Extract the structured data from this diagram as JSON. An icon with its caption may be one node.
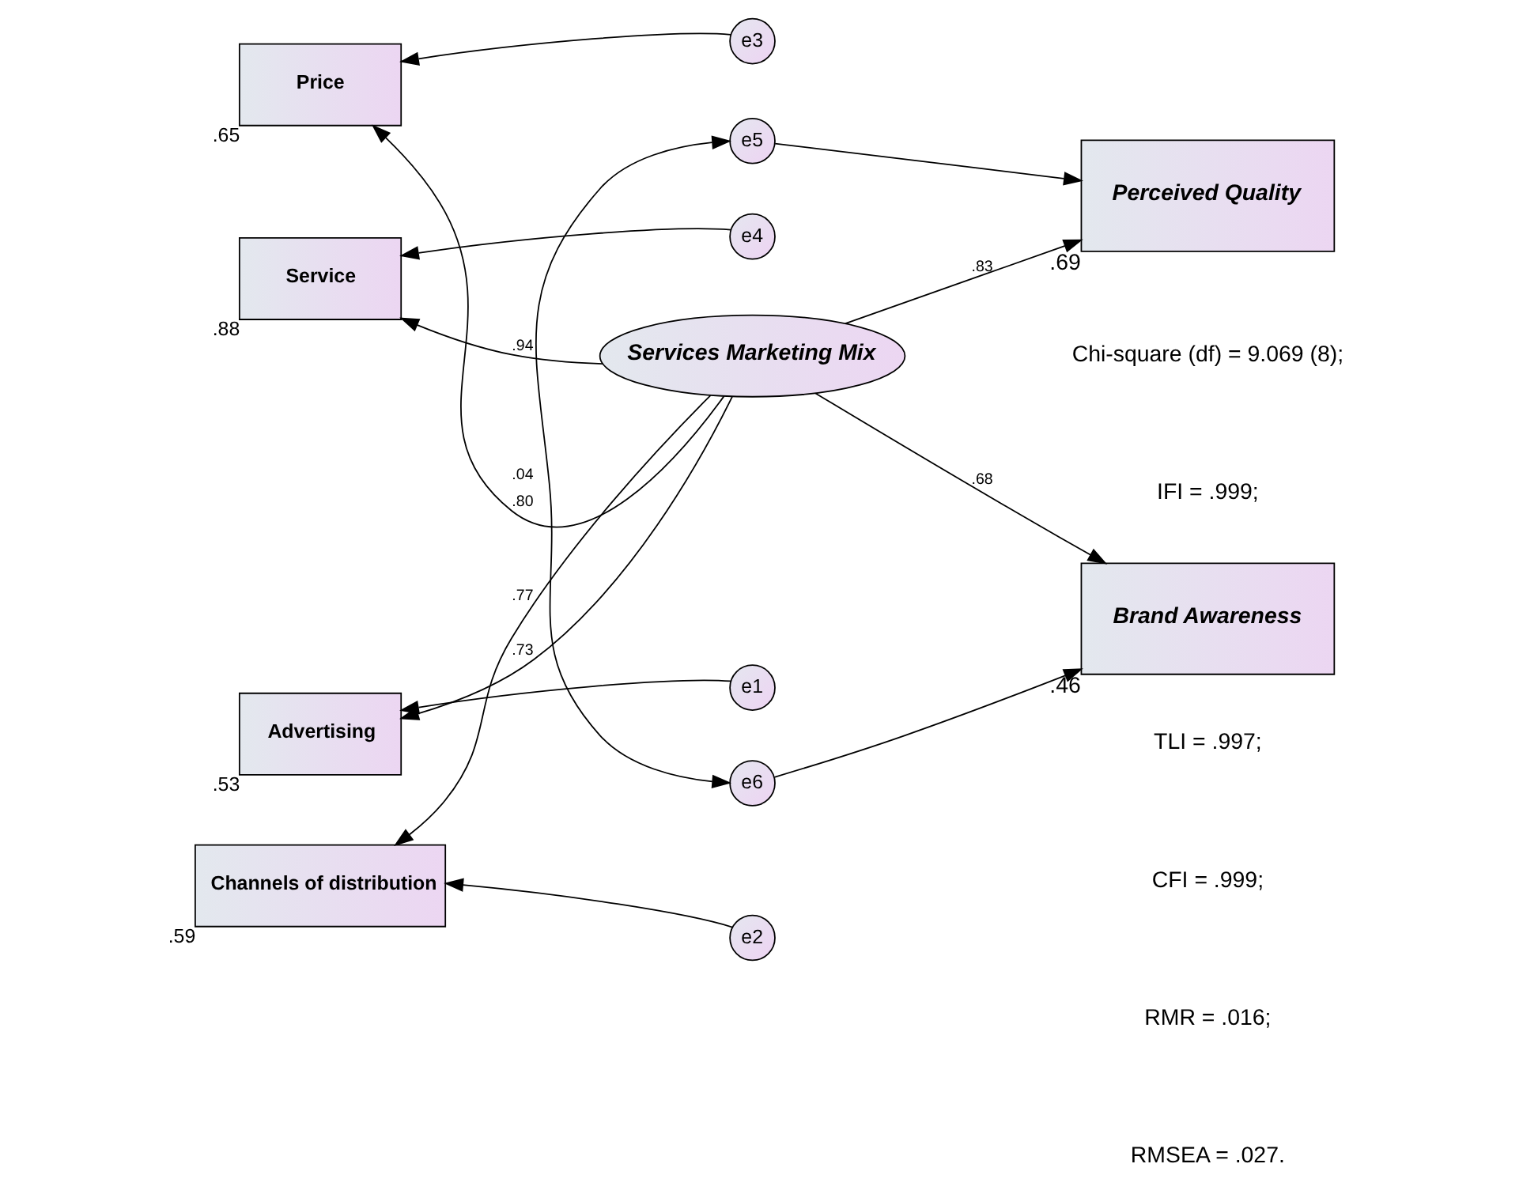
{
  "diagram": {
    "nodes": [
      {
        "text": [
          "e4"
        ]
      },
      {
        "text": [
          "Service"
        ],
        "beside": [
          ".88"
        ]
      },
      {
        "text": [
          "e3"
        ]
      },
      {
        "text": [
          "Price"
        ],
        "beside": [
          ".65"
        ]
      },
      {
        "text": [
          "e2"
        ]
      },
      {
        "text": [
          "Channels of distribution"
        ],
        "beside": [
          ".59"
        ]
      },
      {
        "text": [
          "e1"
        ]
      },
      {
        "text": [
          "Advertising"
        ],
        "beside": [
          ".53"
        ]
      },
      {
        "text": [
          "Services Marketing Mix"
        ]
      },
      {
        "text": [
          "e5"
        ]
      },
      {
        "text": [
          "Perceived Quality"
        ],
        "beside": [
          ".69"
        ]
      },
      {
        "text": [
          "e6"
        ]
      },
      {
        "text": [
          "Brand Awareness"
        ],
        "beside": [
          ".46"
        ]
      }
    ],
    "edges": [
      {
        "from": 0,
        "to": 1,
        "arrow": "to"
      },
      {
        "from": 2,
        "to": 3,
        "arrow": "to"
      },
      {
        "from": 4,
        "to": 5,
        "arrow": "to"
      },
      {
        "from": 6,
        "to": 7,
        "arrow": "to"
      },
      {
        "from": 8,
        "to": 1,
        "arrow": "to",
        "label": ".94"
      },
      {
        "from": 8,
        "to": 3,
        "arrow": "to",
        "label": ".80"
      },
      {
        "from": 8,
        "to": 5,
        "arrow": "to",
        "label": ".77"
      },
      {
        "from": 8,
        "to": 7,
        "arrow": "to",
        "label": ".73"
      },
      {
        "from": 8,
        "to": 10,
        "arrow": "to",
        "label": ".83"
      },
      {
        "from": 8,
        "to": 12,
        "arrow": "to",
        "label": ".68"
      },
      {
        "from": 9,
        "to": 10,
        "arrow": "to"
      },
      {
        "from": 11,
        "to": 12,
        "arrow": "to"
      },
      {
        "from": 9,
        "to": 11,
        "arrow": "both",
        "label": ".04"
      }
    ],
    "labels": [
      "Chi-square (df) = 9.069 (8);",
      "IFI = .999;",
      "TLI = .997;",
      "CFI = .999;",
      "RMR = .016;",
      "RMSEA = .027."
    ]
  }
}
